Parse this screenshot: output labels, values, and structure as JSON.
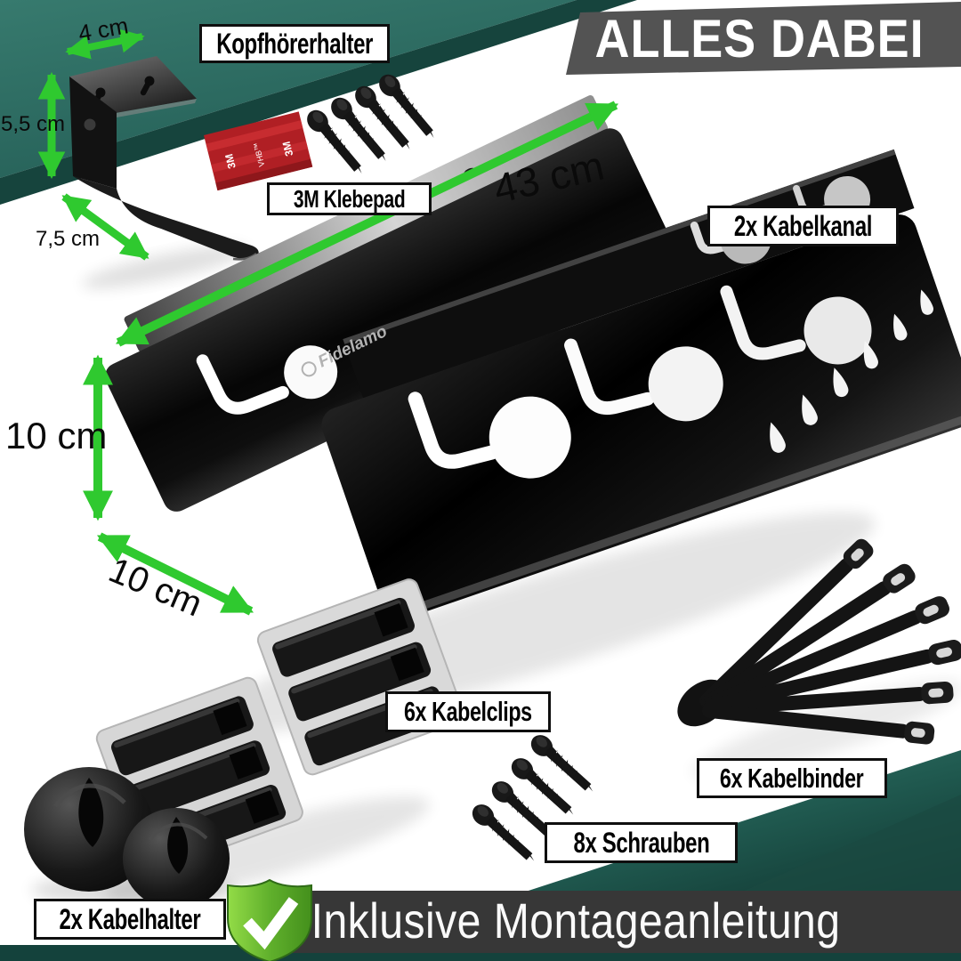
{
  "product": {
    "brand": "Fidelamo",
    "top_banner": "ALLES DABEI",
    "bottom_banner": "Inklusive Montageanleitung"
  },
  "labels": {
    "headphone_holder": "Kopfhörerhalter",
    "adhesive_pad": "3M Klebepad",
    "cable_channel": "2x Kabelkanal",
    "cable_clips": "6x Kabelclips",
    "cable_ties": "6x Kabelbinder",
    "screws": "8x Schrauben",
    "cable_holders": "2x Kabelhalter"
  },
  "dimensions": {
    "holder_width": "4 cm",
    "holder_height": "5,5 cm",
    "holder_depth": "7,5 cm",
    "channel_length": "43 cm",
    "channel_height": "10 cm",
    "channel_depth": "10 cm"
  },
  "pad_markings": {
    "brand": "3M",
    "type": "VHB™"
  },
  "icons": {
    "guarantee": "shield-check-icon"
  },
  "colors": {
    "teal": "#2E6C62",
    "teal_dark": "#16443D",
    "arrow_green": "#2FC92F",
    "top_banner_gray": "#535353",
    "bottom_banner_gray": "#373737",
    "shield_green": "#5FAE2C",
    "pad_red": "#B01F24"
  }
}
